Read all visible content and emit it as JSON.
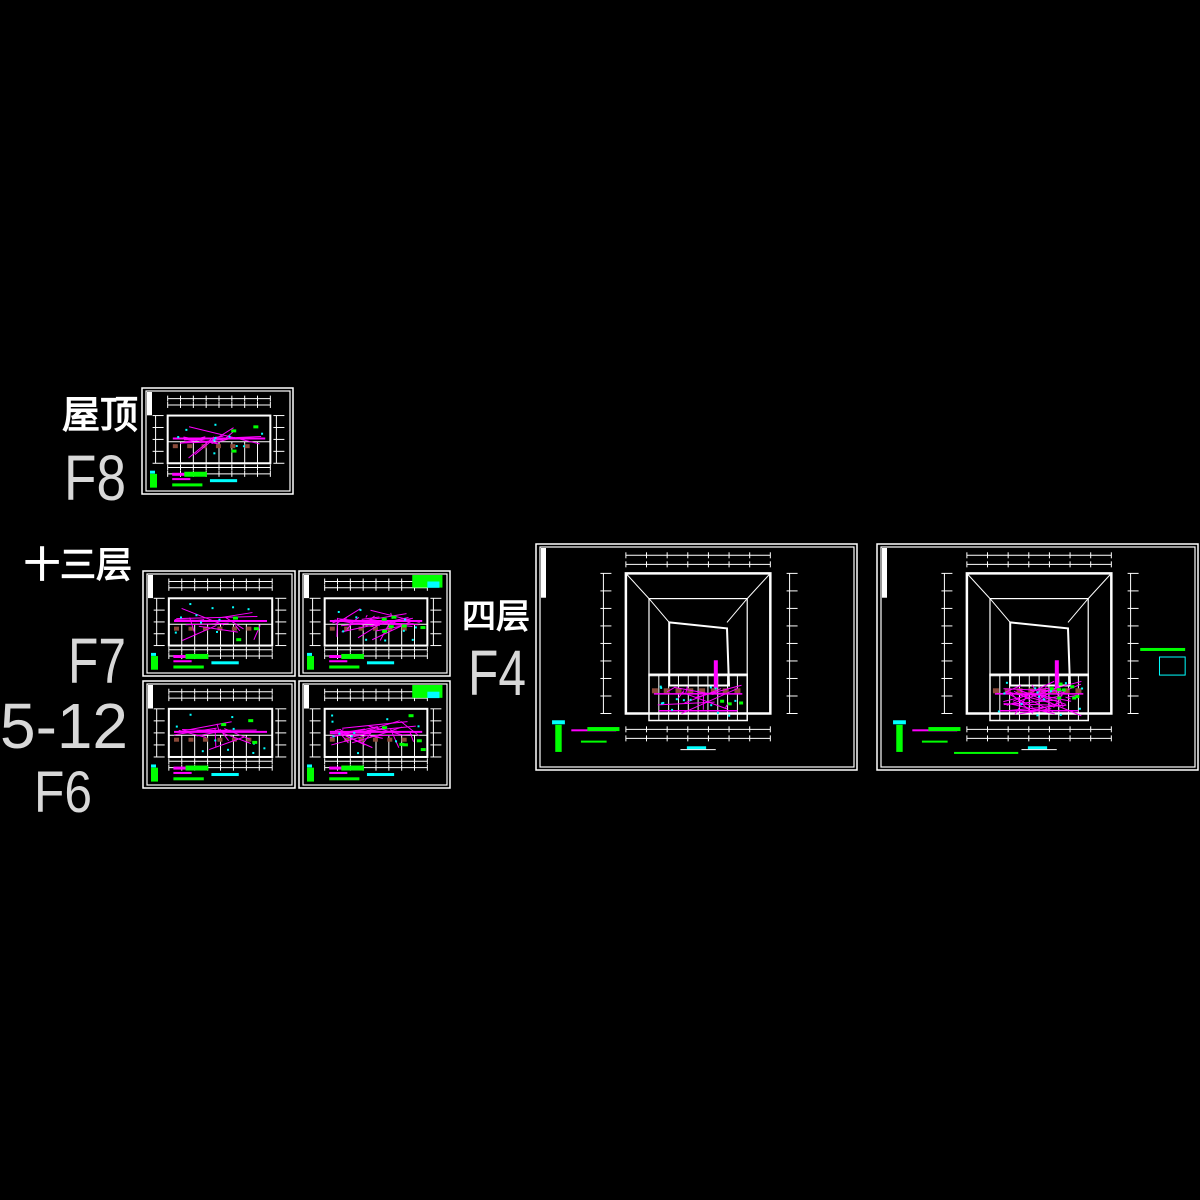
{
  "labels": {
    "roof": "屋顶",
    "roof_code": "F8",
    "floor13": "十三层",
    "floor13_code": "F7",
    "floors_5_12": "5-12",
    "floors_5_12_code": "F6",
    "floor4": "四层",
    "floor4_code": "F4"
  },
  "sheets": [
    {
      "id": "roof-plan",
      "type": "strip"
    },
    {
      "id": "floor13-plan-a",
      "type": "strip"
    },
    {
      "id": "floor13-plan-b",
      "type": "strip-dense"
    },
    {
      "id": "floor5-12-plan-a",
      "type": "strip"
    },
    {
      "id": "floor5-12-plan-b",
      "type": "strip-dense"
    },
    {
      "id": "floor4-plan-a",
      "type": "courtyard"
    },
    {
      "id": "floor4-plan-b",
      "type": "courtyard-dense"
    }
  ],
  "colors": {
    "background": "#000000",
    "line": "#ffffff",
    "pipe": "#ff00ff",
    "legend": "#00ff00",
    "accent": "#00ffff",
    "fixture": "#8b4a3a"
  }
}
